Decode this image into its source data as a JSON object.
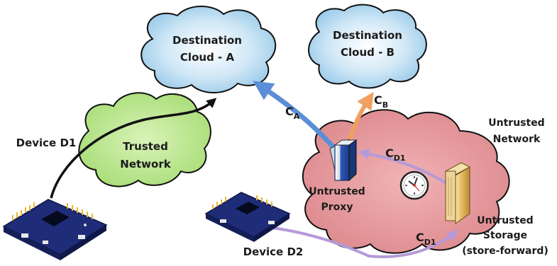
{
  "clouds": {
    "destination_a": {
      "line1": "Destination",
      "line2": "Cloud - A"
    },
    "destination_b": {
      "line1": "Destination",
      "line2": "Cloud - B"
    },
    "trusted": {
      "line1": "Trusted",
      "line2": "Network"
    },
    "untrusted": {
      "line1": "Untrusted",
      "line2": "Network"
    }
  },
  "nodes": {
    "device_d1": "Device D1",
    "device_d2": "Device D2",
    "proxy": {
      "line1": "Untrusted",
      "line2": "Proxy"
    },
    "storage": {
      "line1": "Untrusted",
      "line2": "Storage",
      "line3": "(store-forward)"
    }
  },
  "connections": {
    "ca": {
      "main": "C",
      "sub": "A"
    },
    "cb": {
      "main": "C",
      "sub": "B"
    },
    "cd1_proxy": {
      "main": "C",
      "sub": "D1"
    },
    "cd1_storage": {
      "main": "C",
      "sub": "D1"
    }
  },
  "colors": {
    "destination_cloud": "#bfe0f3",
    "trusted_cloud": "#b7e58c",
    "untrusted_cloud": "#e49a9d",
    "arrow_ca": "#5b8ed6",
    "arrow_cb": "#f0a060",
    "arrow_cd1": "#b59ad8",
    "arrow_d1": "#111111",
    "board": "#22307a"
  },
  "icons": [
    "clock-icon",
    "server-icon",
    "storage-box-icon",
    "circuit-board-icon"
  ]
}
